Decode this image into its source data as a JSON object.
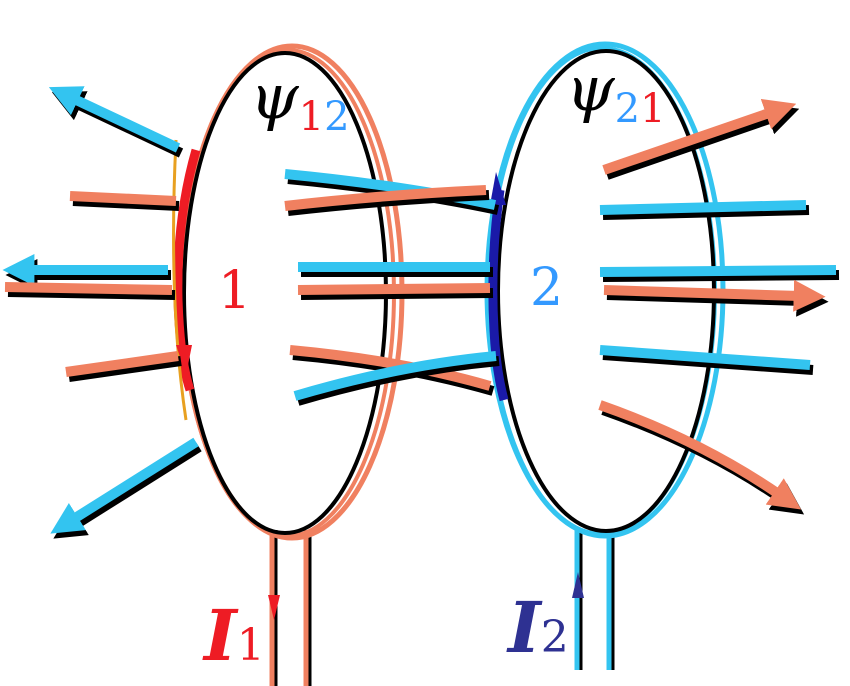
{
  "colors": {
    "coil1": "#f08060",
    "coil2": "#33c4f0",
    "red": "#ee1c24",
    "blue": "#3399ff",
    "dark_blue": "#2e3192",
    "shadow": "#000000"
  },
  "labels": {
    "psi12": {
      "symbol": "ψ",
      "sub_a": "1",
      "sub_b": "2"
    },
    "psi21": {
      "symbol": "ψ",
      "sub_a": "2",
      "sub_b": "1"
    },
    "coil1_number": "1",
    "coil2_number": "2",
    "current1": {
      "symbol": "I",
      "sub": "1"
    },
    "current2": {
      "symbol": "I",
      "sub": "2"
    }
  }
}
